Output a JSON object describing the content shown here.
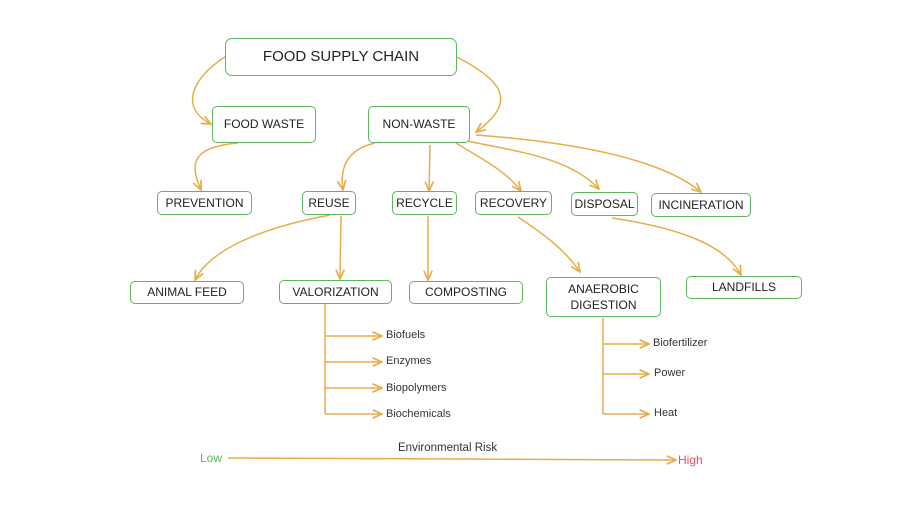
{
  "nodes": {
    "food_supply_chain": "FOOD SUPPLY CHAIN",
    "food_waste": "FOOD WASTE",
    "non_waste": "NON-WASTE",
    "prevention": "PREVENTION",
    "reuse": "REUSE",
    "recycle": "RECYCLE",
    "recovery": "RECOVERY",
    "disposal": "DISPOSAL",
    "incineration": "INCINERATION",
    "animal_feed": "ANIMAL FEED",
    "valorization": "VALORIZATION",
    "composting": "COMPOSTING",
    "anaerobic_digestion_line1": "ANAEROBIC",
    "anaerobic_digestion_line2": "DIGESTION",
    "landfills": "LANDFILLS"
  },
  "valorization_products": [
    "Biofuels",
    "Enzymes",
    "Biopolymers",
    "Biochemicals"
  ],
  "digestion_products": [
    "Biofertilizer",
    "Power",
    "Heat"
  ],
  "risk_scale": {
    "title": "Environmental Risk",
    "low": "Low",
    "high": "High"
  },
  "colors": {
    "node_border": "#5cb85c",
    "connector": "#e8ad4a",
    "low_label": "#5cb85c",
    "high_label": "#e0505e"
  }
}
